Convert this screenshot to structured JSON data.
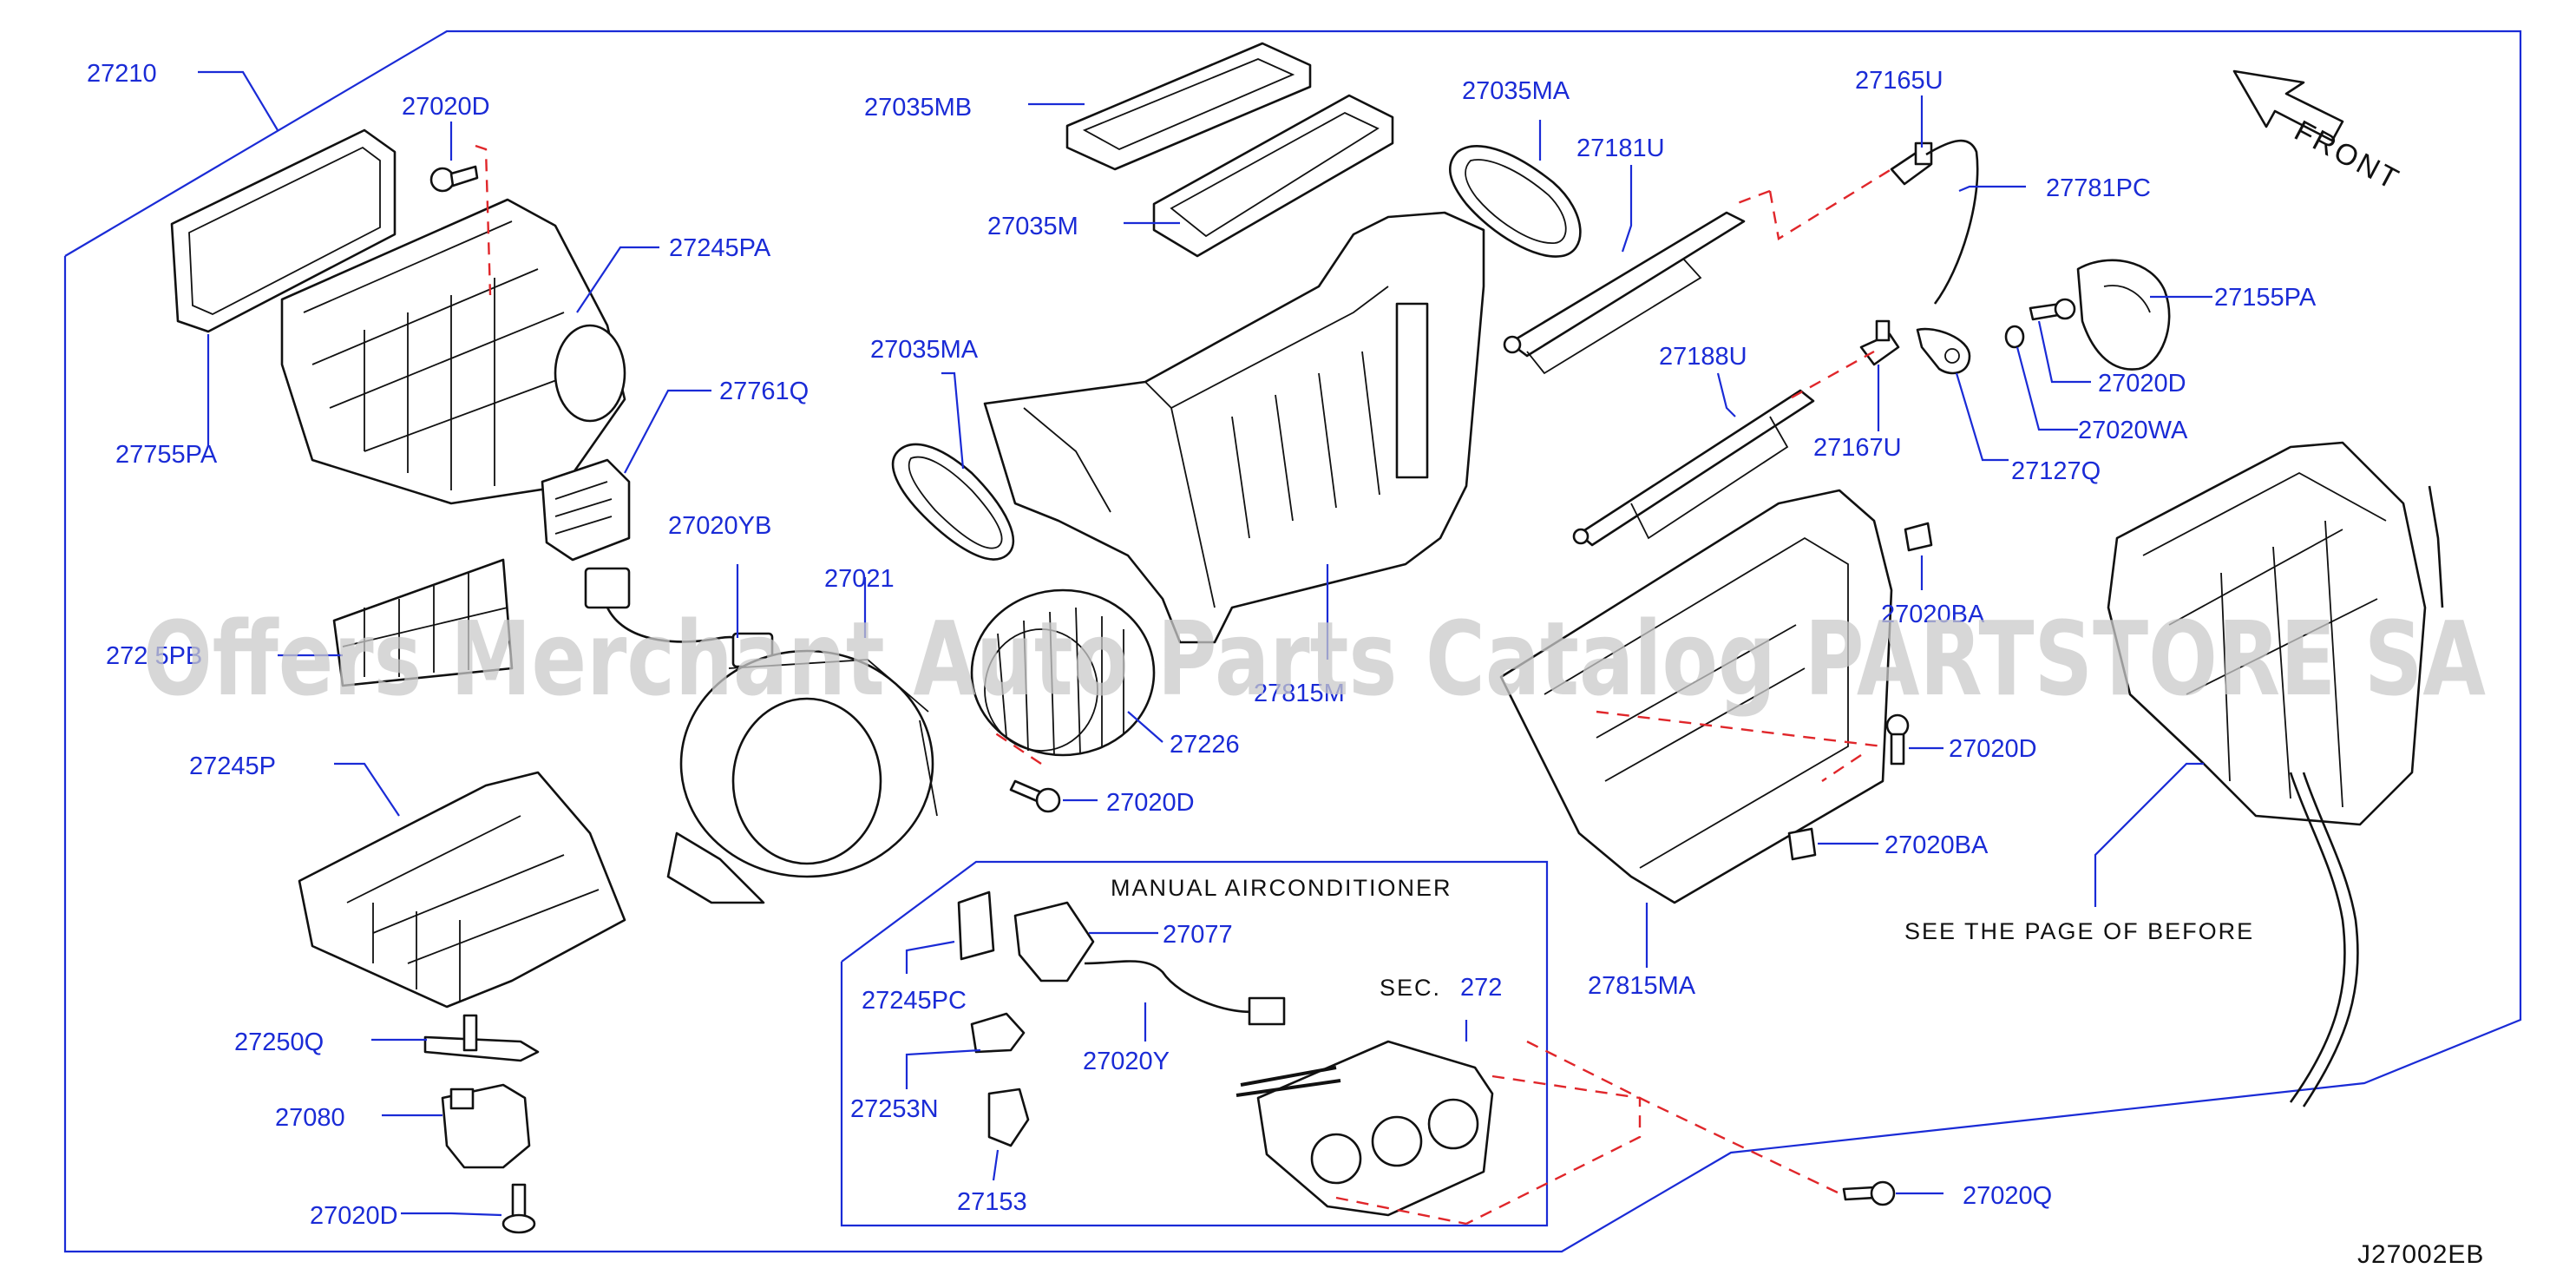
{
  "diagram": {
    "parts": [
      {
        "id": "p27210",
        "label": "27210"
      },
      {
        "id": "p27020D_a",
        "label": "27020D"
      },
      {
        "id": "p27245PA",
        "label": "27245PA"
      },
      {
        "id": "p27755PA",
        "label": "27755PA"
      },
      {
        "id": "p27761Q",
        "label": "27761Q"
      },
      {
        "id": "p27020YB",
        "label": "27020YB"
      },
      {
        "id": "p272xxPB",
        "label": "272 5PB"
      },
      {
        "id": "p27245P",
        "label": "27245P"
      },
      {
        "id": "p27250Q",
        "label": "27250Q"
      },
      {
        "id": "p27080",
        "label": "27080"
      },
      {
        "id": "p27020D_b",
        "label": "27020D"
      },
      {
        "id": "p27035MB",
        "label": "27035MB"
      },
      {
        "id": "p27035M",
        "label": "27035M"
      },
      {
        "id": "p27035MA_a",
        "label": "27035MA"
      },
      {
        "id": "p27035MA_b",
        "label": "27035MA"
      },
      {
        "id": "p27021",
        "label": "27021"
      },
      {
        "id": "p27226",
        "label": "27226"
      },
      {
        "id": "p27020D_c",
        "label": "27020D"
      },
      {
        "id": "p27815M",
        "label": "27815M"
      },
      {
        "id": "p27181U",
        "label": "27181U"
      },
      {
        "id": "p27165U",
        "label": "27165U"
      },
      {
        "id": "p27781PC",
        "label": "27781PC"
      },
      {
        "id": "p27155PA",
        "label": "27155PA"
      },
      {
        "id": "p27188U",
        "label": "27188U"
      },
      {
        "id": "p27020D_d",
        "label": "27020D"
      },
      {
        "id": "p27167U",
        "label": "27167U"
      },
      {
        "id": "p27020WA",
        "label": "27020WA"
      },
      {
        "id": "p27127Q",
        "label": "27127Q"
      },
      {
        "id": "p27020BA_a",
        "label": "27020BA"
      },
      {
        "id": "p27020D_e",
        "label": "27020D"
      },
      {
        "id": "p27020BA_b",
        "label": "27020BA"
      },
      {
        "id": "p27815MA",
        "label": "27815MA"
      },
      {
        "id": "p27077",
        "label": "27077"
      },
      {
        "id": "p27245PC",
        "label": "27245PC"
      },
      {
        "id": "p27020Y",
        "label": "27020Y"
      },
      {
        "id": "p27253N",
        "label": "27253N"
      },
      {
        "id": "p27153",
        "label": "27153"
      },
      {
        "id": "p272",
        "label": "272"
      },
      {
        "id": "p27020Q",
        "label": "27020Q"
      }
    ],
    "front_label": "FRONT",
    "manual_ac_title": "MANUAL   AIRCONDITIONER",
    "sec_prefix": "SEC.",
    "see_page": "SEE   THE   PAGE   OF   BEFORE",
    "diagram_code": "J27002EB",
    "watermark": "Offers Merchant Auto Parts Catalog PARTSTORE SA",
    "colors": {
      "label": "#1a2bd6",
      "leader": "#1a2bd6",
      "dashed": "#e0262a",
      "outline": "#111111"
    }
  }
}
